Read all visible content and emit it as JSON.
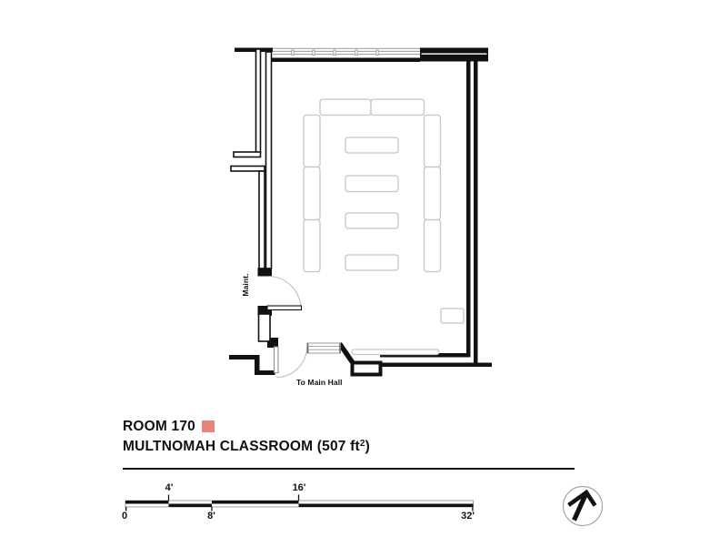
{
  "plan": {
    "labels": {
      "maint": "Maint.",
      "to_main_hall": "To Main Hall"
    },
    "colors": {
      "wall": "#111111",
      "furniture_stroke": "#c5c5c5",
      "door_swing": "#c0c0c0",
      "window_line": "#9a9a9a"
    }
  },
  "title": {
    "room_number": "ROOM 170",
    "swatch_color": "#e8837b",
    "name_prefix": "MULTNOMAH CLASSROOM (507 ft",
    "area_superscript": "2",
    "name_suffix": ")"
  },
  "scale_bar": {
    "labels": {
      "zero": "0",
      "four": "4'",
      "eight": "8'",
      "sixteen": "16'",
      "thirtytwo": "32'"
    }
  },
  "icons": {
    "north_arrow": "north-arrow-icon"
  }
}
